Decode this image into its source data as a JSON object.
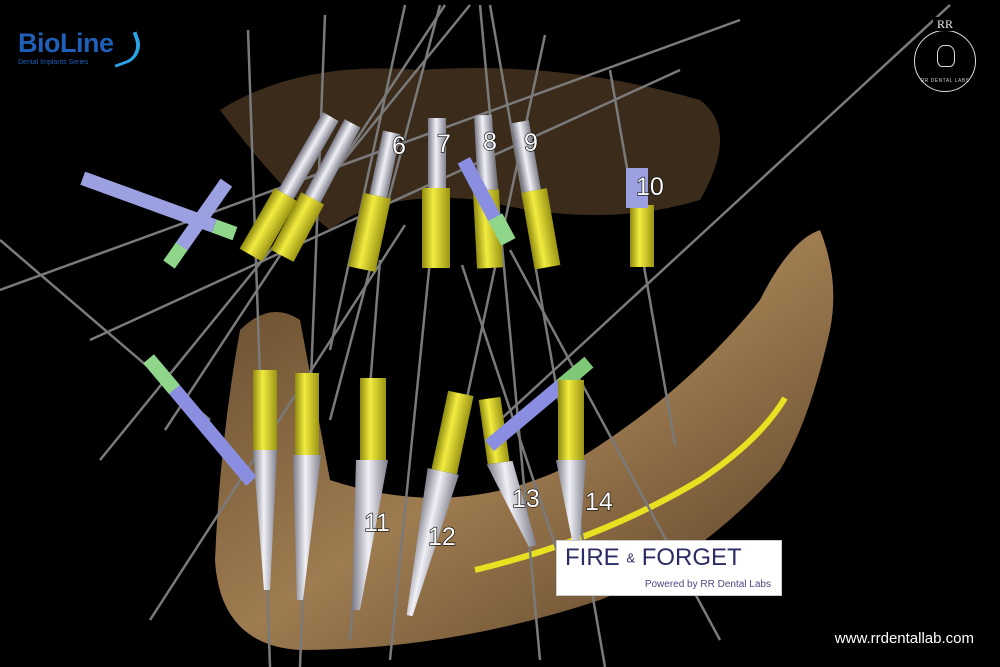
{
  "brand": {
    "name": "BioLine",
    "tagline": "Dental Implants Series"
  },
  "lab_logo": {
    "initials": "RR",
    "name": "RR DENTAL LABS"
  },
  "promo": {
    "title_part1": "FIRE",
    "ampersand": "&",
    "title_part2": "FORGET",
    "subtitle": "Powered by RR Dental Labs"
  },
  "website": "www.rrdentallab.com",
  "implant_labels": [
    "6",
    "7",
    "8",
    "9",
    "10",
    "11",
    "12",
    "13",
    "14"
  ],
  "colors": {
    "implant_body": "#e0d820",
    "abutment": "#c8c8d8",
    "guide_lines": "#777777",
    "bone": "#8a6a40"
  }
}
